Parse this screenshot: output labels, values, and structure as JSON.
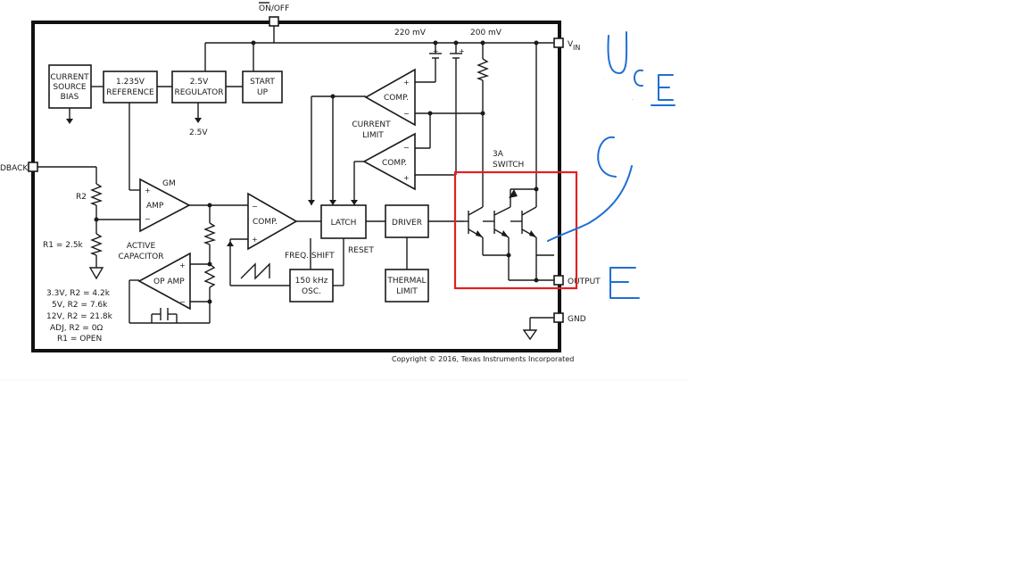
{
  "pins": {
    "on_off": "ON/OFF",
    "vin_main": "V",
    "vin_sub": "IN",
    "feedback": "DBACK",
    "output": "OUTPUT",
    "gnd": "GND"
  },
  "blocks": {
    "current_source_bias": [
      "CURRENT",
      "SOURCE",
      "BIAS"
    ],
    "reference": [
      "1.235V",
      "REFERENCE"
    ],
    "regulator": [
      "2.5V",
      "REGULATOR"
    ],
    "start_up": [
      "START",
      "UP"
    ],
    "latch": "LATCH",
    "driver": "DRIVER",
    "thermal_limit": [
      "THERMAL",
      "LIMIT"
    ],
    "oscillator": [
      "150 kHz",
      "OSC."
    ],
    "gm_amp": "AMP",
    "op_amp": "OP AMP",
    "comp_pwm": "COMP.",
    "comp_current_top": "COMP.",
    "comp_current_bottom": "COMP."
  },
  "labels": {
    "v_220": "220 mV",
    "v_200": "200 mV",
    "v_2_5": "2.5V",
    "current_limit": [
      "CURRENT",
      "LIMIT"
    ],
    "switch": [
      "3A",
      "SWITCH"
    ],
    "gm": "GM",
    "active_capacitor": [
      "ACTIVE",
      "CAPACITOR"
    ],
    "freq_shift": "FREQ.  SHIFT",
    "reset": "RESET",
    "r2": "R2",
    "r1": "R1 = 2.5k",
    "plus": "+",
    "minus": "−",
    "options": [
      "3.3V, R2 = 4.2k",
      "5V, R2 = 7.6k",
      "12V, R2 = 21.8k",
      "ADJ, R2 = 0Ω",
      "R1 = OPEN"
    ]
  },
  "copyright": "Copyright © 2016, Texas Instruments Incorporated",
  "annotations": {
    "u_ce": "U",
    "u_ce_sub": "CE",
    "c": "C",
    "e": "E"
  },
  "colors": {
    "ink": "#1a1a1a",
    "highlight_box": "#e32020",
    "handwriting": "#1f6fd1"
  }
}
